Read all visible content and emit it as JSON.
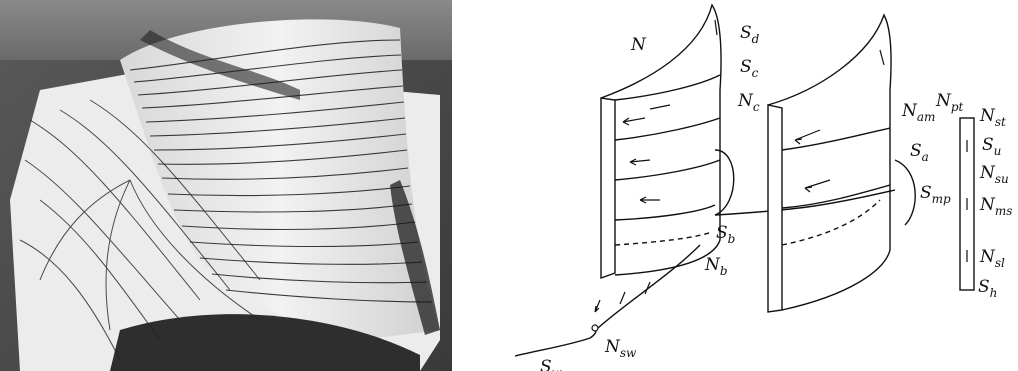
{
  "photo": {
    "icon": "oil-flow-visualization-photo"
  },
  "diagram": {
    "labels": {
      "N": {
        "base": "N",
        "sub": ""
      },
      "S_d": {
        "base": "S",
        "sub": "d"
      },
      "S_c": {
        "base": "S",
        "sub": "c"
      },
      "N_c": {
        "base": "N",
        "sub": "c"
      },
      "N_am": {
        "base": "N",
        "sub": "am"
      },
      "N_pt": {
        "base": "N",
        "sub": "pt"
      },
      "N_st": {
        "base": "N",
        "sub": "st"
      },
      "S_u": {
        "base": "S",
        "sub": "u"
      },
      "S_a": {
        "base": "S",
        "sub": "a"
      },
      "N_su": {
        "base": "N",
        "sub": "su"
      },
      "S_mp": {
        "base": "S",
        "sub": "mp"
      },
      "N_ms": {
        "base": "N",
        "sub": "ms"
      },
      "S_b": {
        "base": "S",
        "sub": "b"
      },
      "N_sl": {
        "base": "N",
        "sub": "sl"
      },
      "N_b": {
        "base": "N",
        "sub": "b"
      },
      "S_h": {
        "base": "S",
        "sub": "h"
      },
      "N_sw": {
        "base": "N",
        "sub": "sw"
      },
      "S_w": {
        "base": "S",
        "sub": "w"
      }
    }
  }
}
